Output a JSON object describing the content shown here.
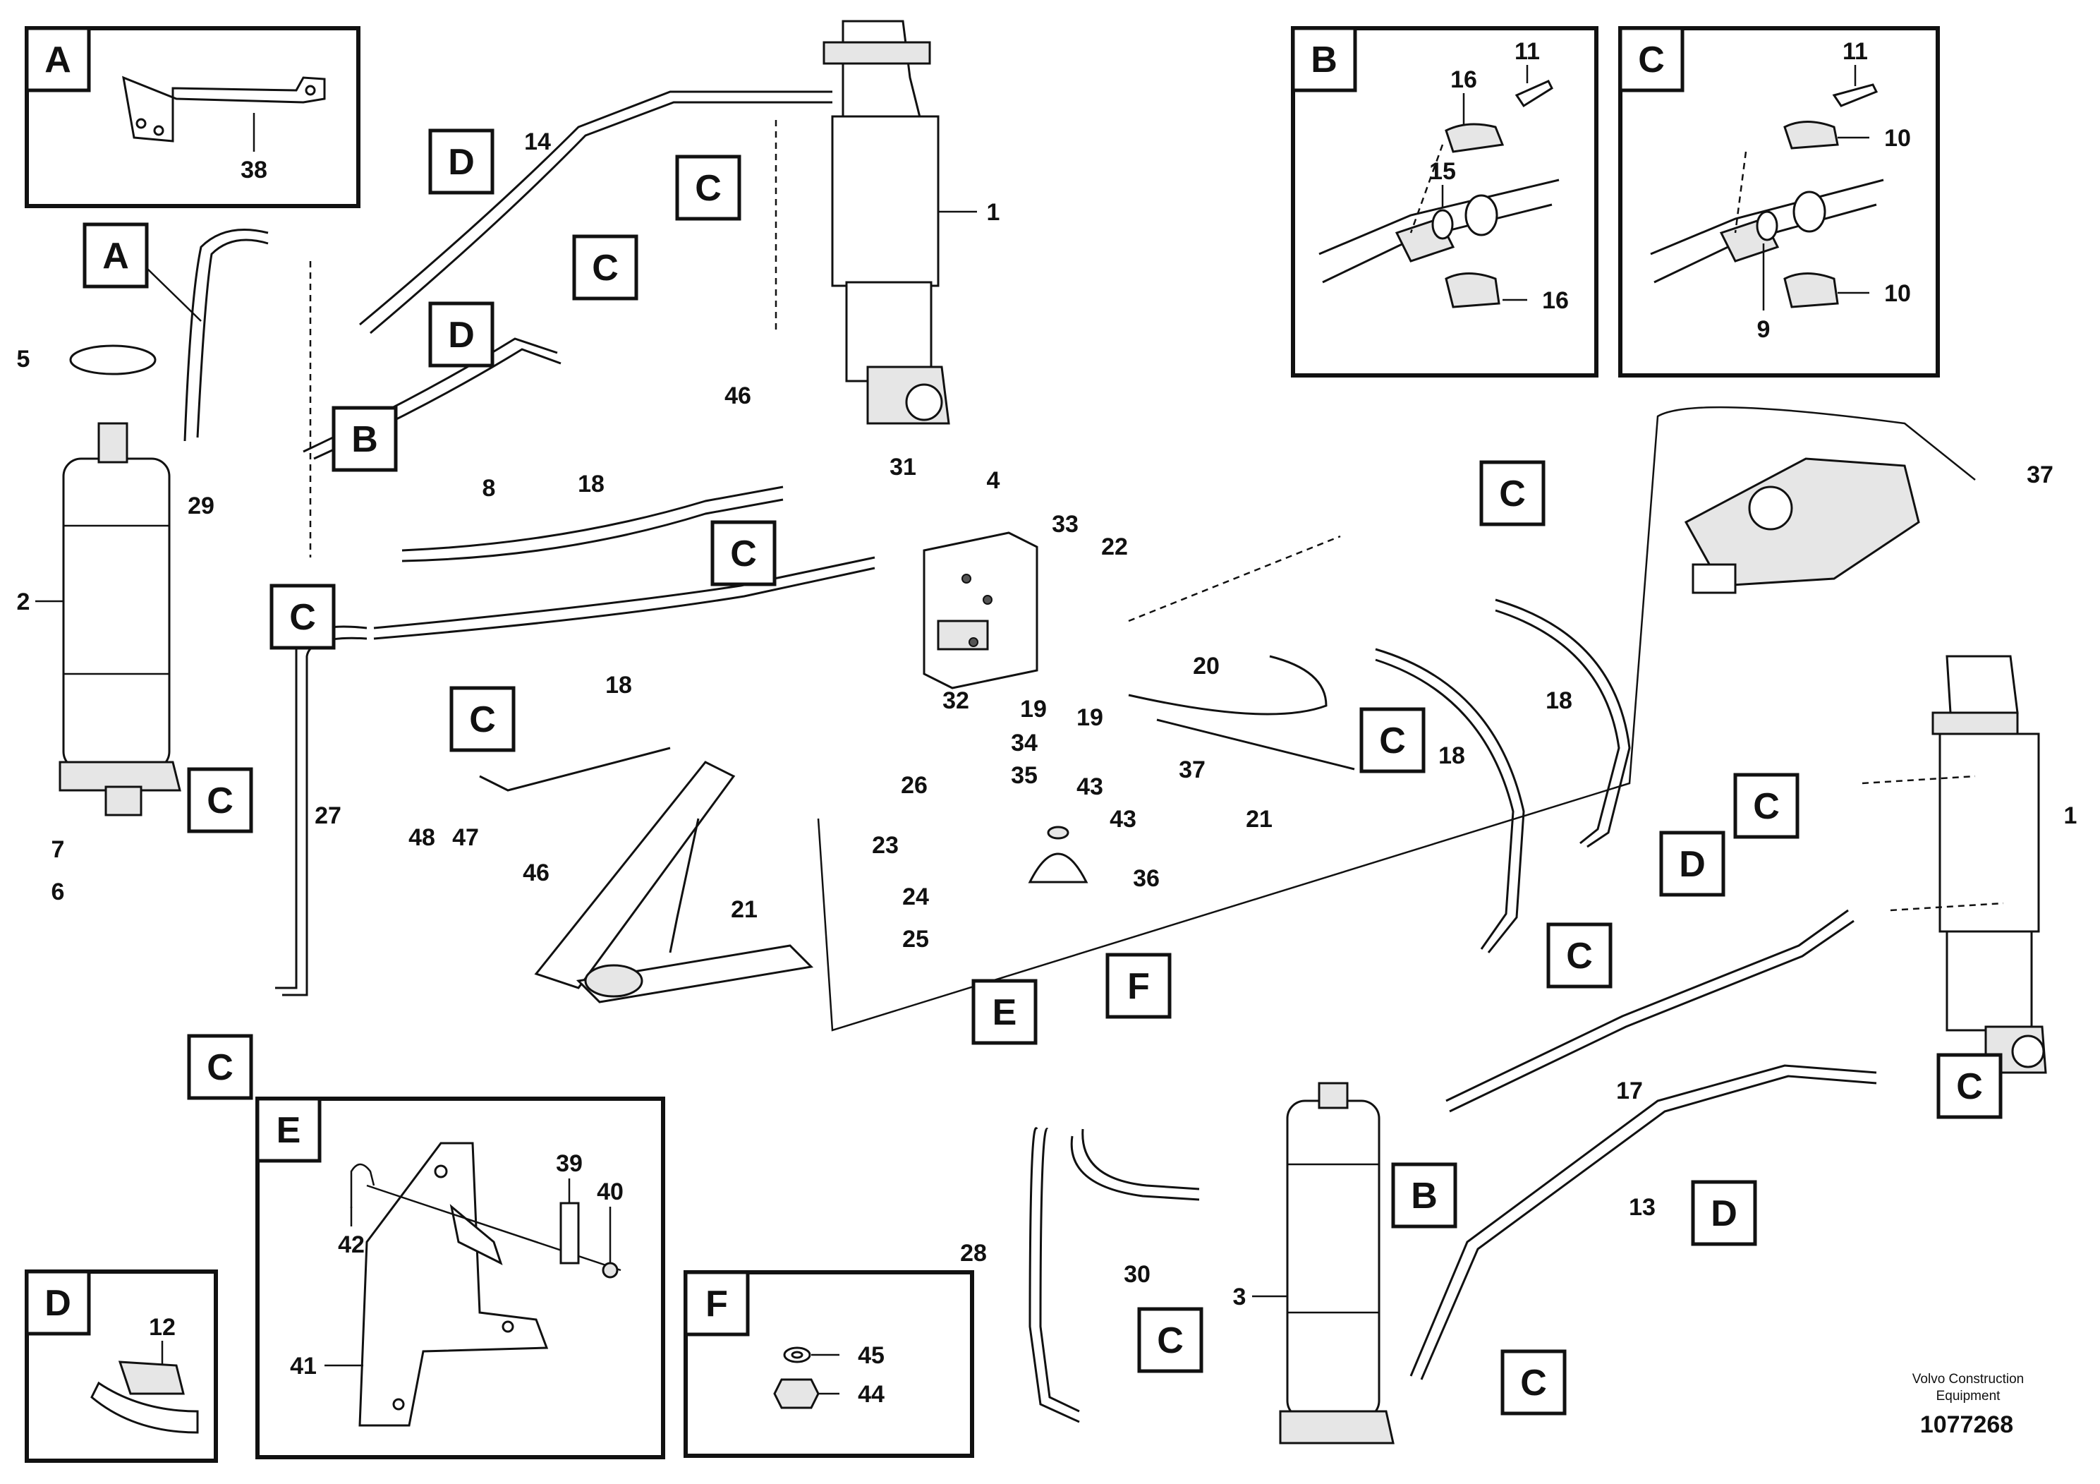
{
  "diagram": {
    "insets": {
      "A": {
        "letter": "A",
        "parts": [
          "38"
        ]
      },
      "B": {
        "letter": "B",
        "parts": [
          "11",
          "16",
          "15",
          "16"
        ]
      },
      "C": {
        "letter": "C",
        "parts": [
          "11",
          "10",
          "9",
          "10"
        ]
      },
      "D": {
        "letter": "D",
        "parts": [
          "12"
        ]
      },
      "E": {
        "letter": "E",
        "parts": [
          "42",
          "39",
          "40",
          "41"
        ]
      },
      "F": {
        "letter": "F",
        "parts": [
          "45",
          "44"
        ]
      }
    },
    "view_letters": [
      "A",
      "D",
      "C",
      "D",
      "C",
      "B",
      "C",
      "C",
      "C",
      "C",
      "C",
      "C",
      "C",
      "C",
      "C",
      "D",
      "C",
      "E",
      "F",
      "B",
      "C",
      "D",
      "C"
    ],
    "part_numbers": [
      "1",
      "14",
      "29",
      "5",
      "2",
      "7",
      "6",
      "27",
      "8",
      "18",
      "18",
      "46",
      "31",
      "4",
      "33",
      "22",
      "20",
      "32",
      "19",
      "19",
      "34",
      "35",
      "43",
      "43",
      "37",
      "26",
      "23",
      "24",
      "25",
      "36",
      "21",
      "48",
      "47",
      "46",
      "21",
      "18",
      "18",
      "37",
      "1",
      "17",
      "13",
      "30",
      "28",
      "3"
    ],
    "footer": {
      "company_line1": "Volvo Construction",
      "company_line2": "Equipment",
      "doc_number": "1077268"
    }
  }
}
